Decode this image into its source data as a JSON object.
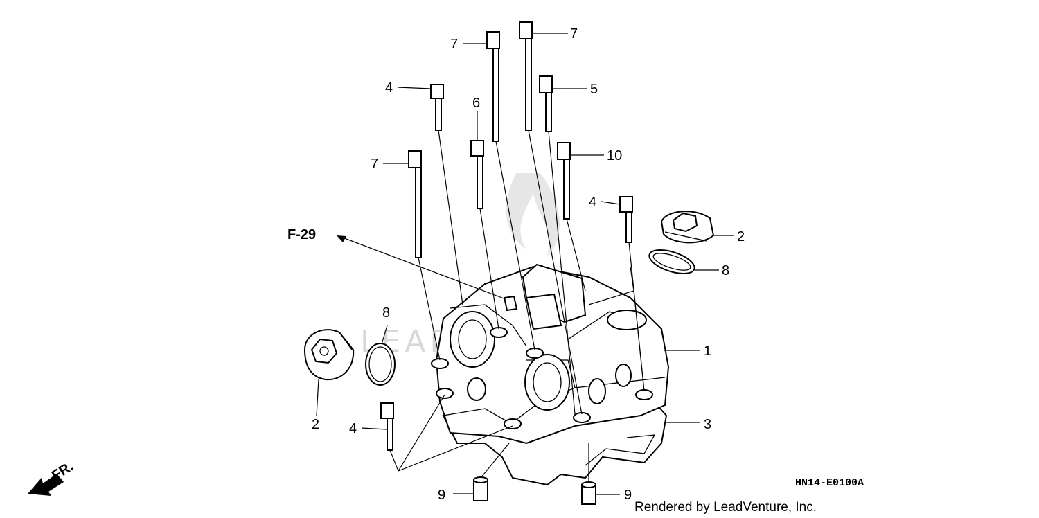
{
  "diagram": {
    "ref_label": "F-29",
    "front_label": "FR.",
    "code": "HN14-E0100A",
    "watermark": "LEADVENTURE",
    "credit": "Rendered by LeadVenture, Inc.",
    "callouts": {
      "c1": "1",
      "c2a": "2",
      "c2b": "2",
      "c3": "3",
      "c4a": "4",
      "c4b": "4",
      "c4c": "4",
      "c5": "5",
      "c6": "6",
      "c7a": "7",
      "c7b": "7",
      "c7c": "7",
      "c8a": "8",
      "c8b": "8",
      "c9a": "9",
      "c9b": "9",
      "c10": "10"
    }
  }
}
